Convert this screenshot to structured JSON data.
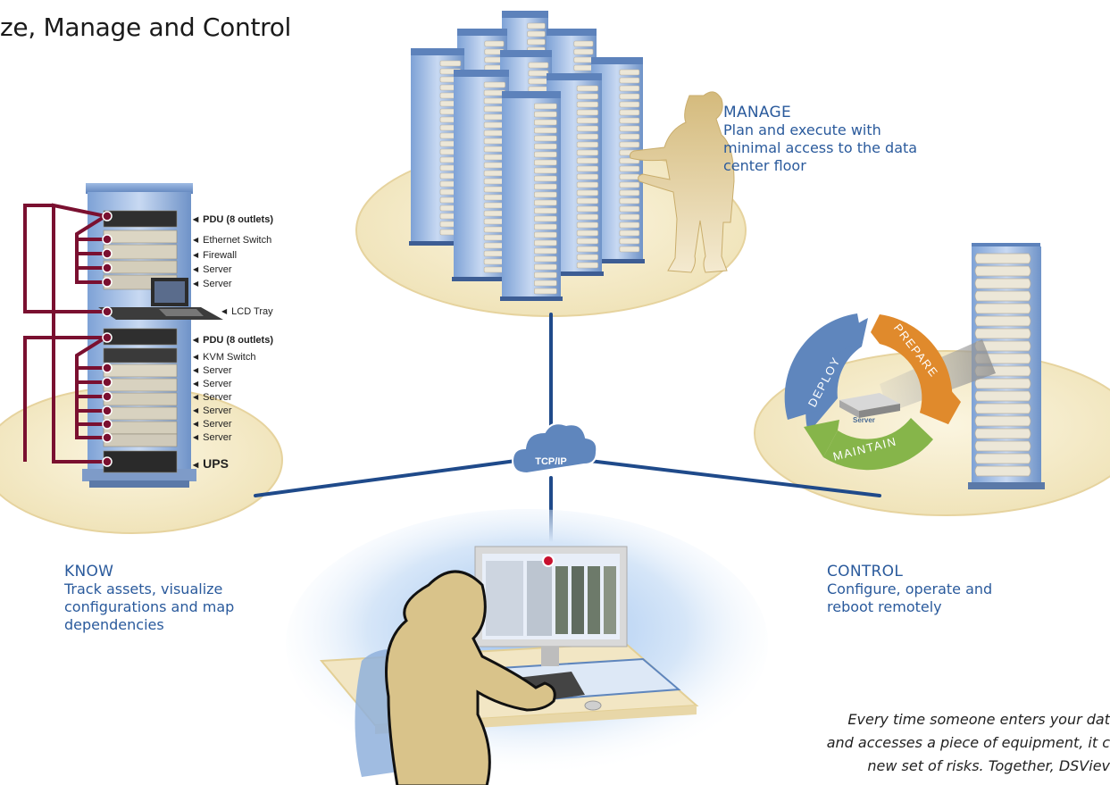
{
  "title": "ze, Manage and Control",
  "network_label": "TCP/IP",
  "sections": {
    "know": {
      "heading": "KNOW",
      "lines": [
        "Track assets, visualize",
        "configurations and map",
        "dependencies"
      ]
    },
    "manage": {
      "heading": "MANAGE",
      "lines": [
        "Plan and execute with",
        "minimal access to the data",
        "center floor"
      ]
    },
    "control": {
      "heading": "CONTROL",
      "lines": [
        "Configure, operate and",
        "reboot remotely"
      ]
    }
  },
  "rack_labels": [
    "PDU (8 outlets)",
    "Ethernet Switch",
    "Firewall",
    "Server",
    "Server",
    "LCD Tray",
    "PDU (8 outlets)",
    "KVM Switch",
    "Server",
    "Server",
    "Server",
    "Server",
    "Server",
    "Server",
    "UPS"
  ],
  "cycle": {
    "deploy": "DEPLOY",
    "prepare": "PREPARE",
    "maintain": "MAINTAIN",
    "center": "Server"
  },
  "quote_lines": [
    "Every time someone  enters your dat",
    "and accesses a piece of equipment, it c",
    "new set of risks. Together, DSViev"
  ],
  "colors": {
    "accent_blue": "#2a5a9c",
    "network_line": "#1f4a8a",
    "cable": "#7a1030",
    "platform": "#f4ebcc",
    "deploy": "#5f86bd",
    "prepare": "#e08a2c",
    "maintain": "#86b54a",
    "figure": "#d9c38a"
  },
  "icons": [
    "server-rack-icon",
    "person-icon",
    "cloud-icon",
    "cycle-arrow-icon",
    "monitor-icon",
    "keyboard-icon",
    "mouse-icon",
    "chair-icon"
  ]
}
